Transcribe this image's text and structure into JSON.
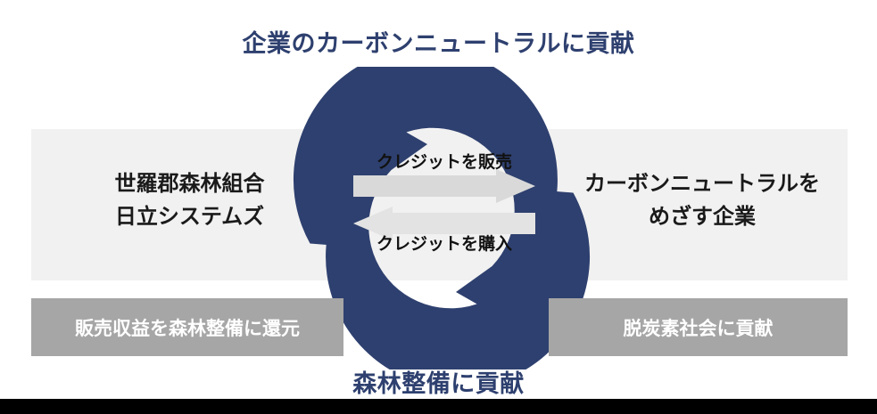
{
  "diagram": {
    "title_top": "企業のカーボンニュートラルに貢献",
    "title_bottom": "森林整備に貢献",
    "accent_color": "#2E406F",
    "band_color": "#F1F1F1",
    "box_color": "#A6A6A6",
    "arrow_sell_color": "#D9D9D9",
    "arrow_buy_color": "#E3E3E3",
    "left_entity": {
      "line1": "世羅郡森林組合",
      "line2": "日立システムズ"
    },
    "right_entity": {
      "line1": "カーボンニュートラルを",
      "line2": "めざす企業"
    },
    "exchange": {
      "sell_label": "クレジットを販売",
      "buy_label": "クレジットを購入"
    },
    "outcomes": {
      "left": "販売収益を森林整備に還元",
      "right": "脱炭素社会に貢献"
    }
  }
}
